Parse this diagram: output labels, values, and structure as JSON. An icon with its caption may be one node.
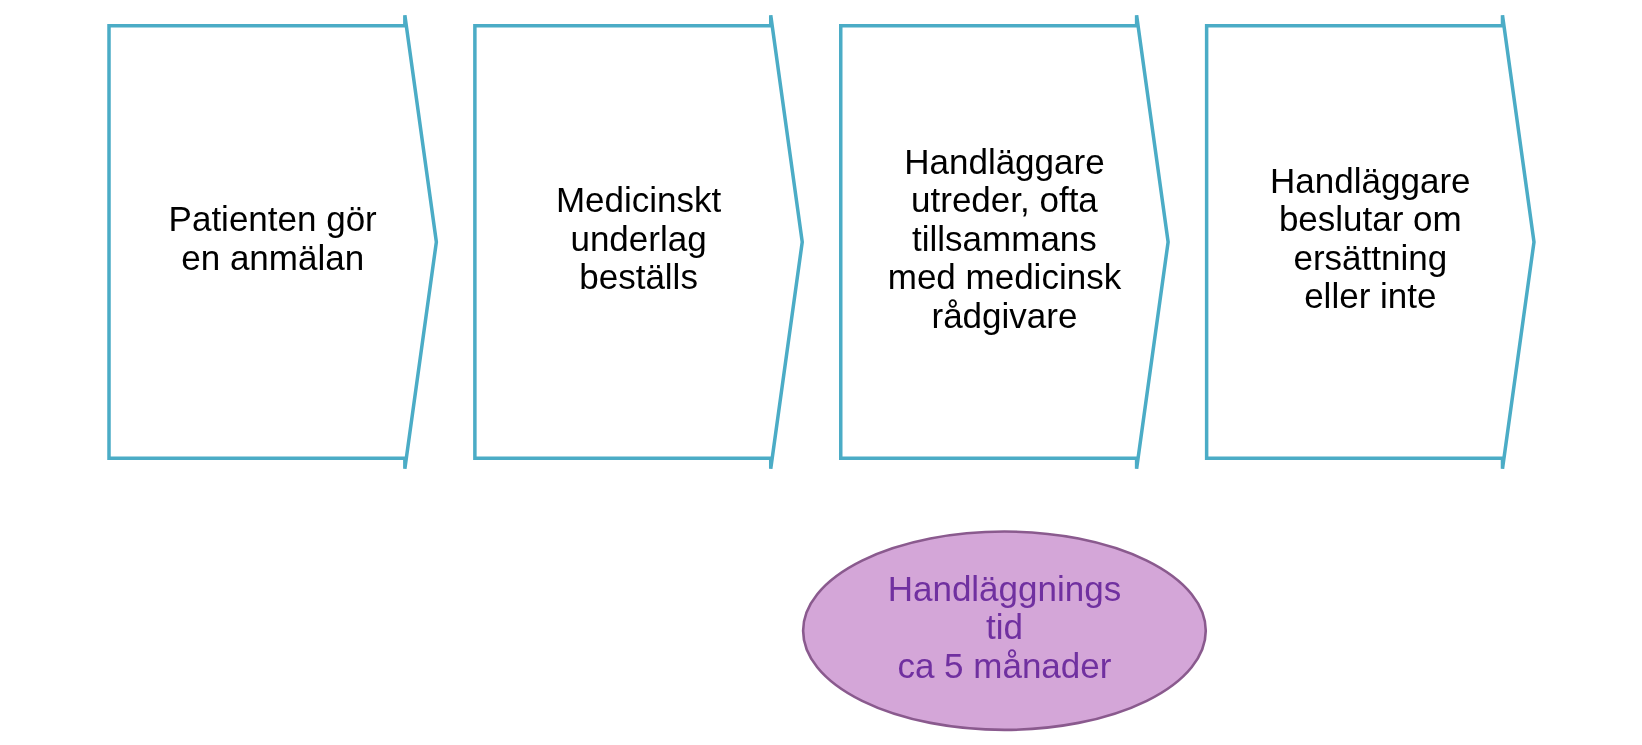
{
  "diagram": {
    "nodes": [
      {
        "text": [
          "Patienten gör en anmälan"
        ]
      },
      {
        "text": [
          "Medicinskt underlag beställs"
        ]
      },
      {
        "text": [
          "Handläggare utreder, ofta tillsammans med medicinsk rådgivare"
        ]
      },
      {
        "text": [
          "Handläggare beslutar om ersättning eller inte"
        ]
      },
      {
        "text": [
          "Handläggningstid",
          "ca 5 månader"
        ]
      }
    ],
    "edges": []
  }
}
